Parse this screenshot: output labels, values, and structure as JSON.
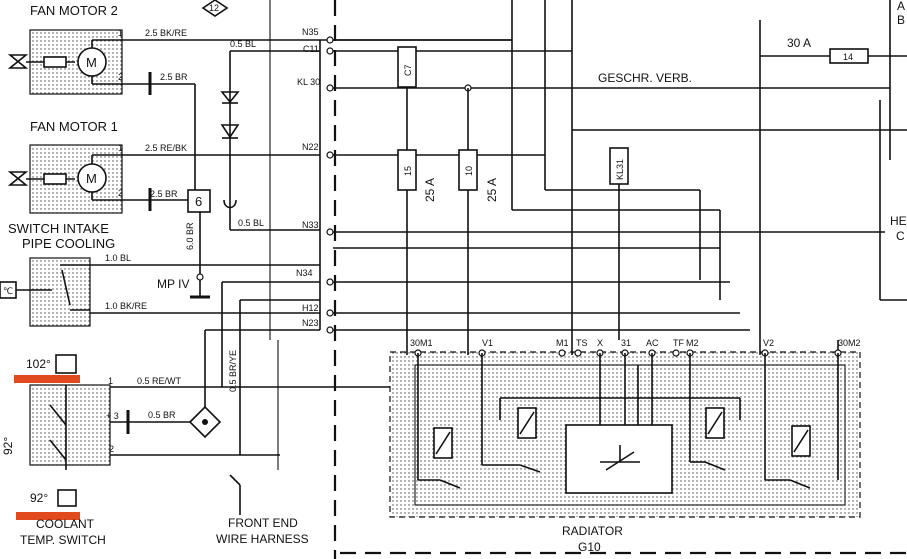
{
  "labels": {
    "fan_motor_2": "FAN MOTOR 2",
    "fan_motor_1": "FAN MOTOR 1",
    "switch_intake": "SWITCH INTAKE",
    "pipe_cooling": "PIPE COOLING",
    "mp_iv": "MP IV",
    "coolant": "COOLANT",
    "temp_switch": "TEMP. SWITCH",
    "front_end": "FRONT END",
    "wire_harness": "WIRE HARNESS",
    "radiator": "RADIATOR",
    "radiator_code": "G10",
    "geschr_verb": "GESCHR. VERB.",
    "he": "HE",
    "c_partial": "C",
    "b_partial": "B",
    "a_partial": "A",
    "temp_102": "102°",
    "temp_92": "92°",
    "temp_92_side": "92°",
    "ref_12": "12",
    "ref_6": "6",
    "fuse_30a": "30 A",
    "fuse_14": "14",
    "fuse_25a_1": "25 A",
    "fuse_25a_2": "25 A",
    "fuse_15": "15",
    "fuse_10": "10",
    "c7": "C7",
    "kl31": "KL31"
  },
  "wires": {
    "fm2_1": "2.5 BK/RE",
    "fm2_2": "2.5 BR",
    "c11_wire": "0.5 BL",
    "fm1_1": "2.5 RE/BK",
    "fm1_2": "2.5 BR",
    "six_wire": "6.0 BR",
    "n33_wire": "0.5 BL",
    "sw_bl": "1.0 BL",
    "sw_bkre": "1.0 BK/RE",
    "ct_rewt": "0.5 RE/WT",
    "ct_br": "0.5 BR",
    "bryel": "0.5 BR/YE"
  },
  "connectors": {
    "n35": "N35",
    "c11": "C11",
    "kl30": "KL 30",
    "n22": "N22",
    "n33": "N33",
    "n34": "N34",
    "h12": "H12",
    "n23": "N23"
  },
  "pins": {
    "p1a": "1",
    "p2a": "2",
    "p1b": "1",
    "p2b": "2",
    "ct1": "1",
    "ct3": "+ 3",
    "ct2": "2"
  },
  "terminals": {
    "t30m1": "30M1",
    "tv1": "V1",
    "tm1": "M1",
    "tts": "TS",
    "tx": "X",
    "t31": "31",
    "tac": "AC",
    "ttf": "TF",
    "tm2": "M2",
    "tv2": "V2",
    "t30m2": "30M2"
  },
  "colors": {
    "ink": "#111111",
    "paper": "#ffffff",
    "highlight": "#e04a1c"
  }
}
